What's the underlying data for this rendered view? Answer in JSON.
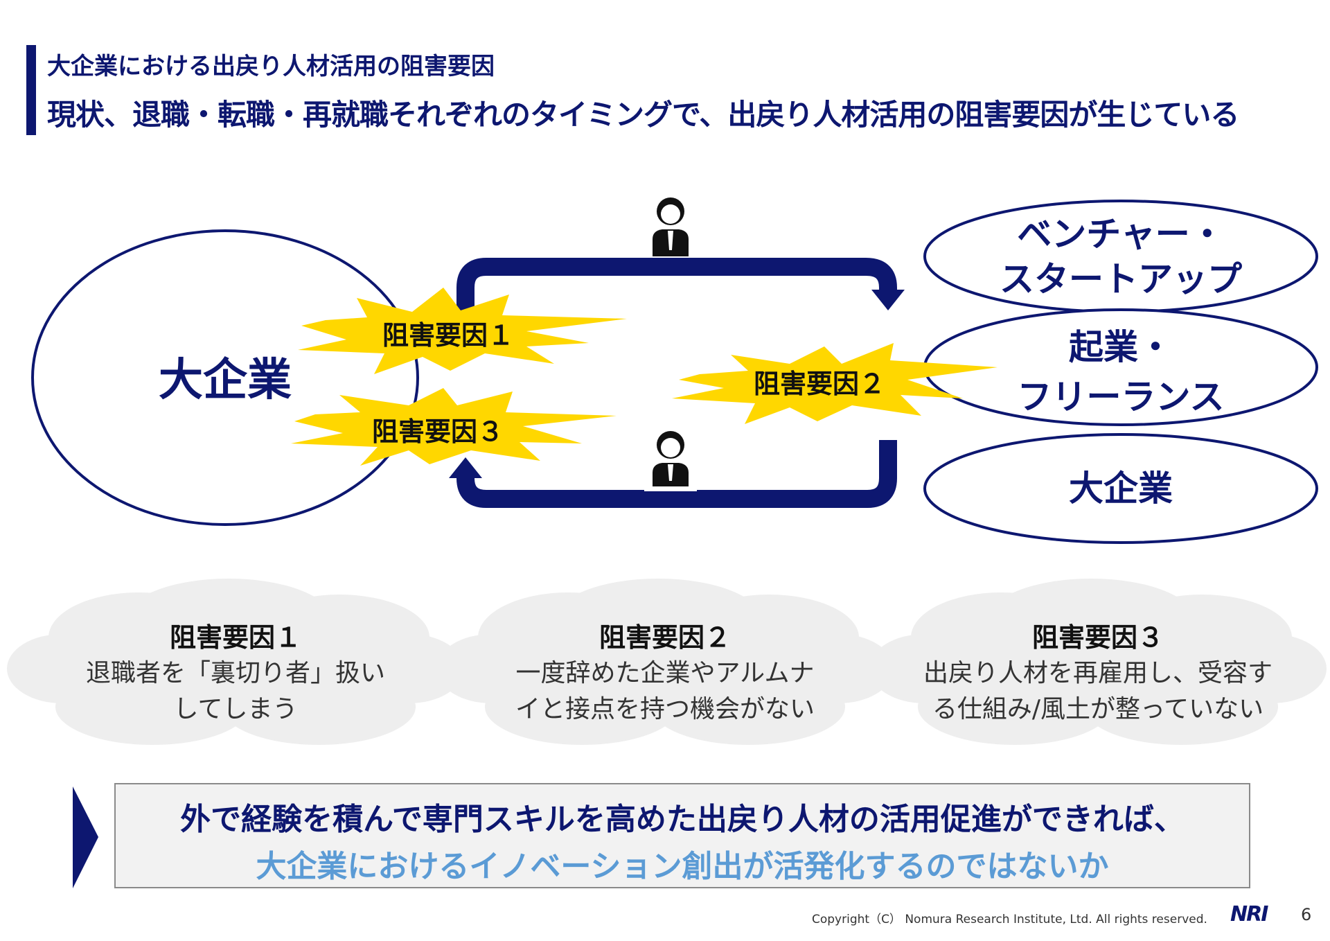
{
  "header": {
    "subtitle": "大企業における出戻り人材活用の阻害要因",
    "title": "現状、退職・転職・再就職それぞれのタイミングで、出戻り人材活用の阻害要因が生じている"
  },
  "diagram": {
    "left_org": "大企業",
    "right_orgs": [
      {
        "line1": "ベンチャー・",
        "line2": "スタートアップ"
      },
      {
        "line1": "起業・",
        "line2": "フリーランス"
      },
      {
        "line1": "大企業",
        "line2": ""
      }
    ],
    "bursts": [
      {
        "label": "阻害要因１"
      },
      {
        "label": "阻害要因２"
      },
      {
        "label": "阻害要因３"
      }
    ],
    "person_icon_top": "person-icon",
    "person_icon_bottom": "person-icon"
  },
  "clouds": [
    {
      "title": "阻害要因１",
      "line1": "退職者を「裏切り者」扱い",
      "line2": "してしまう"
    },
    {
      "title": "阻害要因２",
      "line1": "一度辞めた企業やアルムナ",
      "line2": "イと接点を持つ機会がない"
    },
    {
      "title": "阻害要因３",
      "line1": "出戻り人材を再雇用し、受容す",
      "line2": "る仕組み/風土が整っていない"
    }
  ],
  "conclusion": {
    "line1": "外で経験を積んで専門スキルを高めた出戻り人材の活用促進ができれば、",
    "line2": "大企業におけるイノベーション創出が活発化するのではないか"
  },
  "footer": {
    "copyright": "Copyright（C） Nomura Research Institute, Ltd. All rights reserved.",
    "logo": "NRI",
    "page": "6"
  },
  "colors": {
    "navy": "#0d1770",
    "burst": "#ffd700",
    "highlight": "#5b9bd5",
    "cloud": "#eeeeee"
  }
}
